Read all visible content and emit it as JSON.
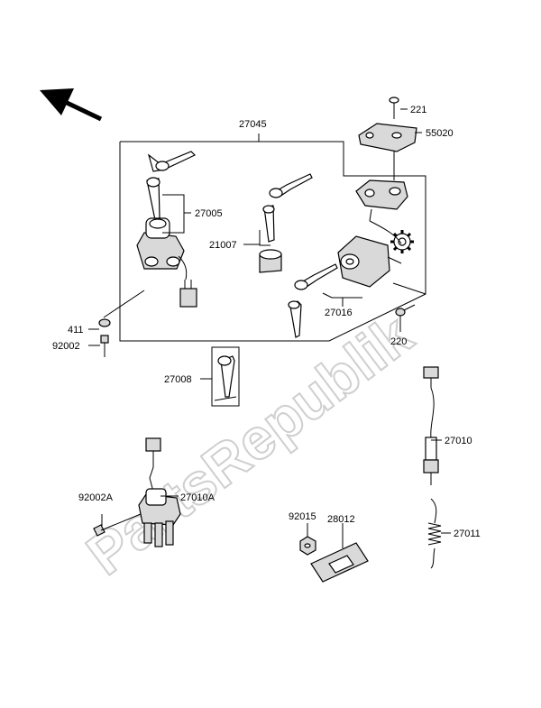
{
  "diagram": {
    "watermark": "PartsRepublik",
    "callouts": [
      {
        "id": "27045",
        "text": "27045"
      },
      {
        "id": "221",
        "text": "221"
      },
      {
        "id": "55020",
        "text": "55020"
      },
      {
        "id": "27005",
        "text": "27005"
      },
      {
        "id": "21007",
        "text": "21007"
      },
      {
        "id": "27016",
        "text": "27016"
      },
      {
        "id": "411",
        "text": "411"
      },
      {
        "id": "92002",
        "text": "92002"
      },
      {
        "id": "220",
        "text": "220"
      },
      {
        "id": "27008",
        "text": "27008"
      },
      {
        "id": "27010",
        "text": "27010"
      },
      {
        "id": "92002A",
        "text": "92002A"
      },
      {
        "id": "27010A",
        "text": "27010A"
      },
      {
        "id": "92015",
        "text": "92015"
      },
      {
        "id": "28012",
        "text": "28012"
      },
      {
        "id": "27011",
        "text": "27011"
      }
    ],
    "icons": [
      "front-direction-arrow-icon",
      "gear-icon",
      "key-icon",
      "ignition-switch-icon",
      "connector-icon",
      "bolt-icon",
      "nut-icon",
      "spring-icon",
      "label-plate-icon"
    ]
  }
}
